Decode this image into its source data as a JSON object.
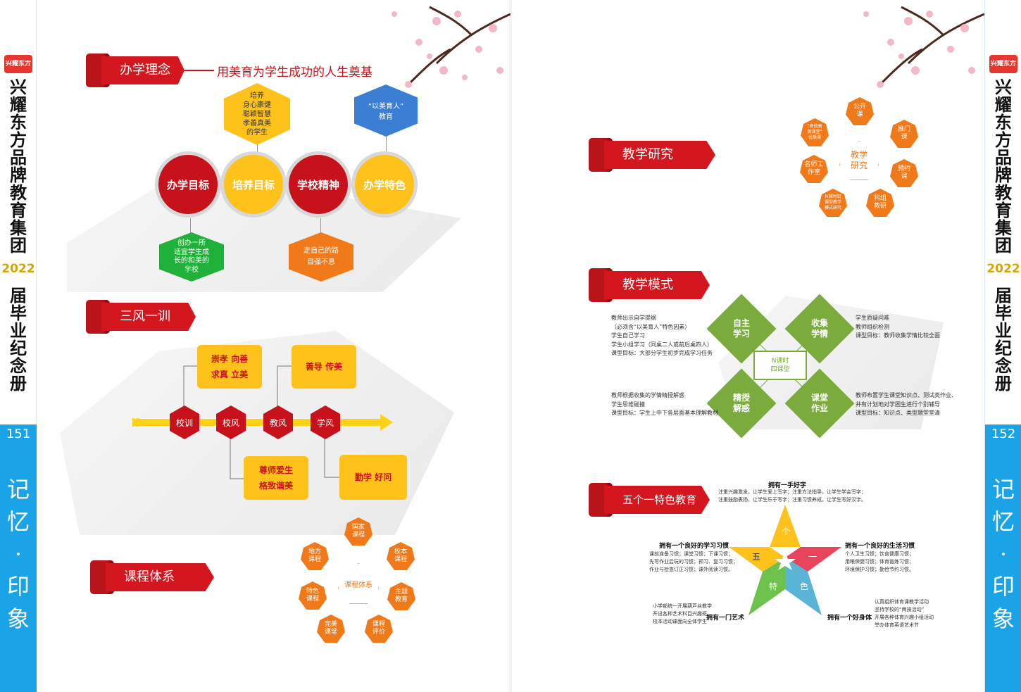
{
  "spine_left": {
    "logo": "兴耀东方",
    "title_chars": [
      "兴",
      "耀",
      "东",
      "方",
      "品",
      "牌",
      "教",
      "育",
      "集",
      "团"
    ],
    "year": "2022",
    "sub_chars": [
      "届",
      "毕",
      "业",
      "纪",
      "念",
      "册"
    ],
    "page": "151",
    "memory_chars": [
      "记",
      "忆",
      "·",
      "印",
      "象"
    ]
  },
  "spine_right": {
    "logo": "兴耀东方",
    "title_chars": [
      "兴",
      "耀",
      "东",
      "方",
      "品",
      "牌",
      "教",
      "育",
      "集",
      "团"
    ],
    "year": "2022",
    "sub_chars": [
      "届",
      "毕",
      "业",
      "纪",
      "念",
      "册"
    ],
    "page": "152",
    "memory_chars": [
      "记",
      "忆",
      "·",
      "印",
      "象"
    ]
  },
  "left_page": {
    "philosophy": {
      "banner": "办学理念",
      "slogan": "用美育为学生成功的人生奠基"
    },
    "circles": [
      "办学目标",
      "培养目标",
      "学校精神",
      "办学特色"
    ],
    "hex_top_1": "培养\n身心康健\n聪颖智慧\n孝善真美\n的学生",
    "hex_top_2a": "“以美育人”",
    "hex_top_2b": "教育",
    "hex_bottom_1": "创办一所\n适宜学生成\n长的和美的\n学校",
    "hex_bottom_2": "走自己的路\n自强不息",
    "sanfeng": {
      "banner": "三风一训",
      "nodes": [
        "校训",
        "校风",
        "教风",
        "学风"
      ],
      "boxes": [
        "崇孝 向善\n求真 立美",
        "善导 传美",
        "尊师爱生\n格致谐美",
        "勤学 好问"
      ]
    },
    "curriculum": {
      "banner": "课程体系",
      "center": "课程体系",
      "items": [
        "国家\n课程",
        "校本\n课程",
        "主题\n教育",
        "课程\n评价",
        "完美\n课堂",
        "特色\n课程",
        "地方\n课程"
      ]
    }
  },
  "right_page": {
    "research": {
      "banner": "教学研究",
      "center": "教学\n研究",
      "items": [
        "公开\n课",
        "推门\n课",
        "预约\n课",
        "科组\n教研",
        "N课时四\n课型教学\n模式研究",
        "名师工\n作室",
        "“高效高\n美课堂”\n优质课"
      ]
    },
    "mode": {
      "banner": "教学模式",
      "center": "N课时\n四课型",
      "diamonds": [
        "自主\n学习",
        "收集\n学情",
        "精授\n解惑",
        "课堂\n作业"
      ],
      "tl": [
        "教师出示自学提纲",
        "（必须含“以美育人”特色因素）",
        "学生自己学习",
        "学生小组学习（同桌二人或前后桌四人）",
        "课型目标：大部分学生初步完成学习任务"
      ],
      "tr": [
        "学生质疑问难",
        "教师组织检测",
        "课型目标：教师收集学情比较全面"
      ],
      "bl": [
        "教师根据收集的学情精授解惑",
        "学生思维碰撞",
        "课型目标：学生上中下各层面基本理解教材"
      ],
      "br": [
        "教师布置学生课堂知识点、测试类作业、",
        "并有计划地对学困生进行个别辅导",
        "课型目标：知识点、类型题堂堂清"
      ]
    },
    "five": {
      "banner": "五个一特色教育",
      "star": [
        "个",
        "一",
        "色",
        "特",
        "五"
      ],
      "t_title": "拥有一手好字",
      "t_lines": [
        "注重兴趣激发，让学生爱上写字；注重方法指导，让学生学会写字；",
        "注重鼓励表扬，让学生乐于写字；注重习惯养成，让学生写好汉字。"
      ],
      "l_title": "拥有一个良好的学习习惯",
      "l_lines": [
        "课前准备习惯；课堂习惯；下课习惯；",
        "先写作业后玩的习惯；预习、复习习惯；",
        "作业与检查订正习惯；课外阅读习惯。"
      ],
      "r_title": "拥有一个良好的生活习惯",
      "r_lines": [
        "个人卫生习惯；饮食健康习惯；",
        "用眼保健习惯；体育锻炼习惯；",
        "环境保护习惯；勤俭节约习惯。"
      ],
      "bl_title": "拥有一门艺术",
      "bl_lines": [
        "小学部统一开展葫芦丝教学",
        "开设各种艺术科目兴趣班",
        "校本活动课面向全体学生"
      ],
      "br_title": "拥有一个好身体",
      "br_lines": [
        "认真组织体育课教学活动",
        "坚持学校的“两操活动”",
        "开展各种体育兴趣小组活动",
        "举办体育英语艺术节"
      ]
    }
  },
  "colors": {
    "red": "#c8121b",
    "yellow": "#ffc21a",
    "orange": "#f07a1a",
    "green": "#7aab3c",
    "blue": "#1aa3e6"
  }
}
